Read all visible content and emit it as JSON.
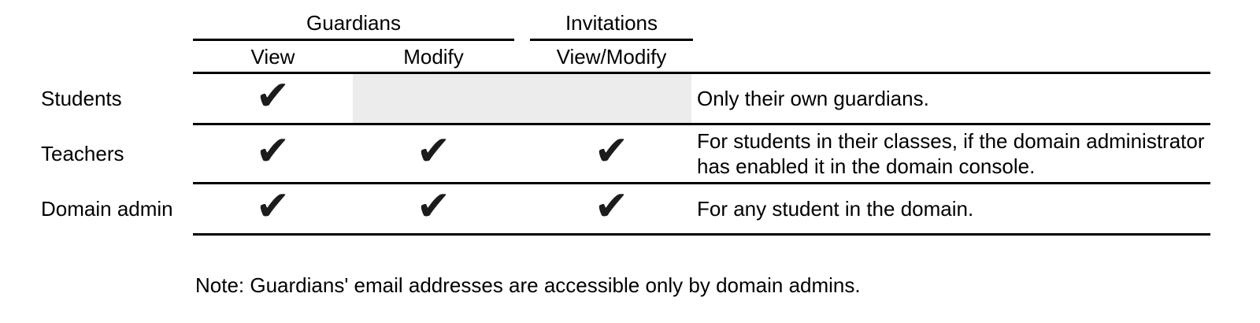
{
  "colors": {
    "background": "#ffffff",
    "text": "#000000",
    "line": "#000000",
    "shaded_cell": "#ececec",
    "check": "#1c1c1c"
  },
  "glyphs": {
    "check": "✔"
  },
  "table": {
    "groups": [
      {
        "label": "Guardians"
      },
      {
        "label": "Invitations"
      }
    ],
    "columns": [
      {
        "label": "View"
      },
      {
        "label": "Modify"
      },
      {
        "label": "View/Modify"
      }
    ],
    "rows": [
      {
        "label": "Students",
        "checks": {
          "view": true,
          "modify": false,
          "view_modify": false
        },
        "annotation": "Only their own guardians."
      },
      {
        "label": "Teachers",
        "checks": {
          "view": true,
          "modify": true,
          "view_modify": true
        },
        "annotation": "For students in their classes, if the domain administrator has enabled it in the domain console."
      },
      {
        "label": "Domain admin",
        "checks": {
          "view": true,
          "modify": true,
          "view_modify": true
        },
        "annotation": "For any student in the domain."
      }
    ]
  },
  "footnote": "Note: Guardians' email addresses are accessible only by domain admins."
}
